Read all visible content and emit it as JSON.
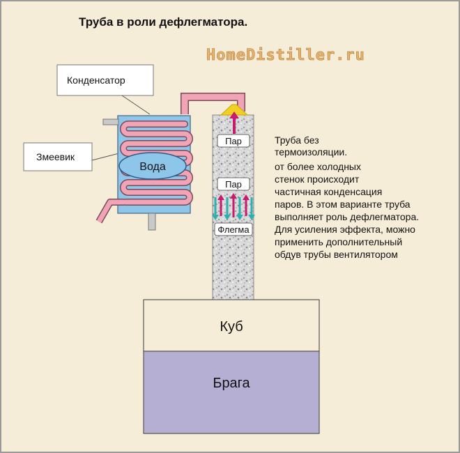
{
  "title": "Труба в роли дефлегматора.",
  "watermark": "HomeDistiller.ru",
  "labels": {
    "condenser": "Конденсатор",
    "coil": "Змеевик",
    "water": "Вода",
    "vapor_top": "Пар",
    "vapor_mid": "Пар",
    "phlegm": "Флегма",
    "cube": "Куб",
    "mash": "Брага"
  },
  "description": [
    "Труба без",
    "термоизоляции.",
    "от более холодных",
    "стенок происходит",
    "частичная конденсация",
    "паров. В этом варианте труба",
    "выполняет роль дефлегматора.",
    "Для усиления эффекта, можно",
    "применить дополнительный",
    "обдув трубы вентилятором"
  ],
  "colors": {
    "background": "#f5edd8",
    "cube": "#f5edd8",
    "mash": "#b5afd3",
    "condenser": "#8ec6ea",
    "coil": "#f0a4b6",
    "water": "#8ec6ea",
    "vapor_arrow": "#c71b6d",
    "reflux_arrow": "#2db0b0",
    "cap": "#f0d020"
  }
}
